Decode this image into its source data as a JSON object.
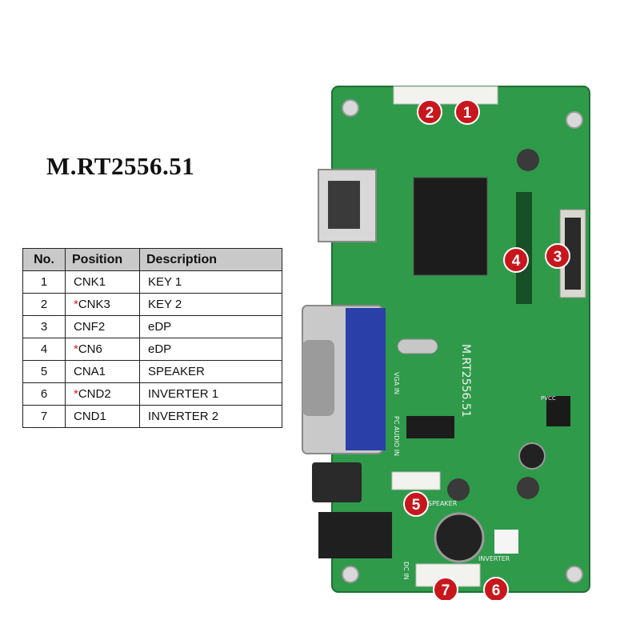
{
  "title": "M.RT2556.51",
  "table": {
    "headers": [
      "No.",
      "Position",
      "Description"
    ],
    "rows": [
      {
        "no": "1",
        "mark": "",
        "position": "CNK1",
        "description": "KEY 1"
      },
      {
        "no": "2",
        "mark": "*",
        "position": "CNK3",
        "description": "KEY 2"
      },
      {
        "no": "3",
        "mark": "",
        "position": "CNF2",
        "description": "eDP"
      },
      {
        "no": "4",
        "mark": "*",
        "position": "CN6",
        "description": "eDP"
      },
      {
        "no": "5",
        "mark": "",
        "position": "CNA1",
        "description": "SPEAKER"
      },
      {
        "no": "6",
        "mark": "*",
        "position": "CND2",
        "description": "INVERTER 1"
      },
      {
        "no": "7",
        "mark": "",
        "position": "CND1",
        "description": "INVERTER 2"
      }
    ]
  },
  "board": {
    "silkscreen": [
      "M.RT2556.51",
      "VGA IN",
      "PC AUDIO IN",
      "INVERTER",
      "DC IN",
      "SPEAKER",
      "PVCC"
    ],
    "markers": [
      "1",
      "2",
      "3",
      "4",
      "5",
      "6",
      "7"
    ],
    "colors": {
      "pcb": "#2f9a4a",
      "marker": "#c8161d",
      "vga": "#2b3fa8"
    }
  }
}
